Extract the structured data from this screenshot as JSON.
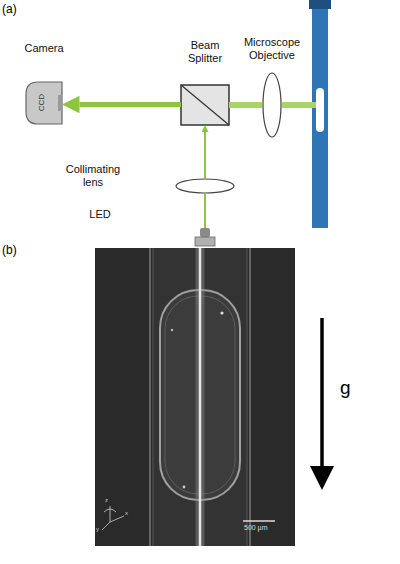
{
  "diagram": {
    "nodes": [
      {
        "text": [
          "Camera",
          "CCD"
        ]
      },
      {
        "text": [
          "Beam Splitter"
        ]
      },
      {
        "text": [
          "Microscope Objective"
        ]
      },
      {
        "text": [
          "Collimating lens"
        ]
      },
      {
        "text": [
          "LED"
        ]
      }
    ],
    "edges": [
      {
        "from": 4,
        "to": 3,
        "arrow": "none"
      },
      {
        "from": 3,
        "to": 1,
        "arrow": "to"
      },
      {
        "from": 1,
        "to": 0,
        "arrow": "to"
      },
      {
        "from": 1,
        "to": 2,
        "arrow": "none"
      }
    ],
    "labels": [
      "(a)",
      "(b)",
      "g",
      "500 µm",
      "z",
      "x",
      "y"
    ]
  }
}
